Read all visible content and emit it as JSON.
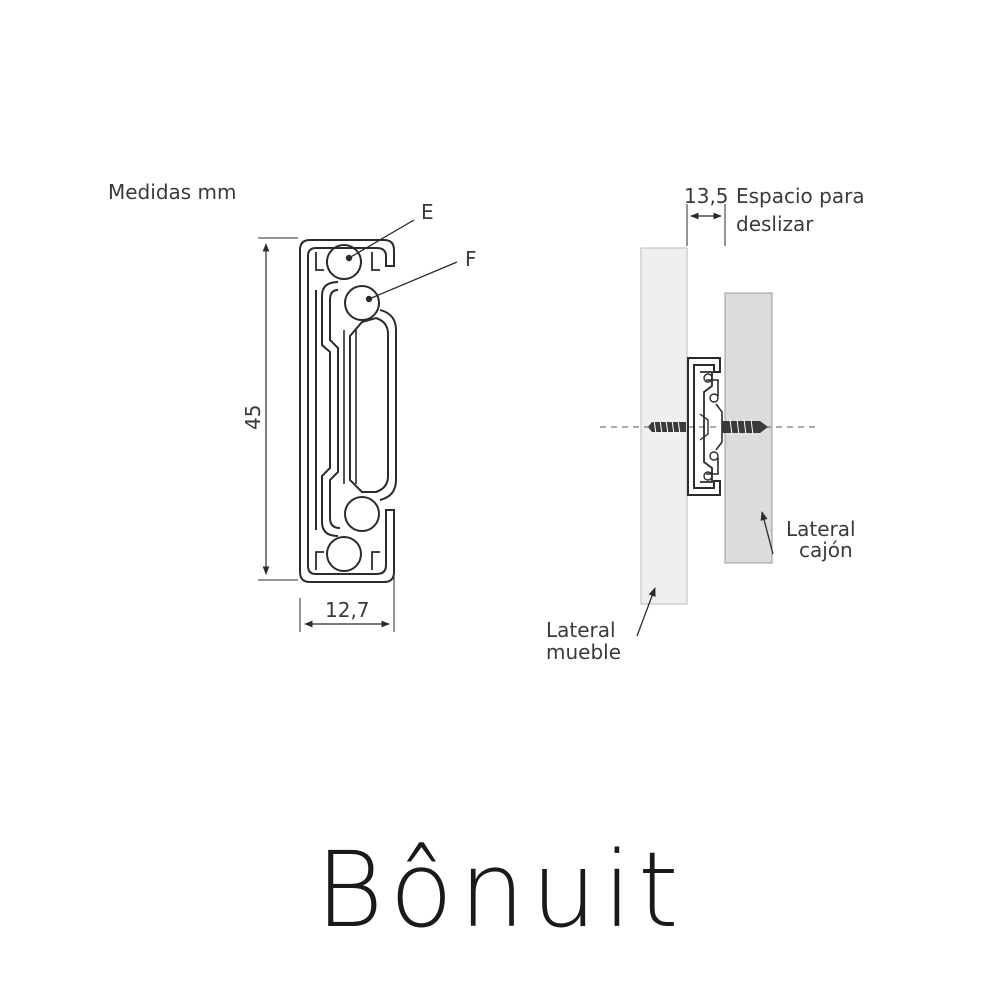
{
  "units_label": "Medidas mm",
  "callouts": {
    "e": "E",
    "f": "F"
  },
  "dimensions": {
    "height": "45",
    "width": "12,7",
    "gap": "13,5"
  },
  "gap_caption": {
    "line1": "Espacio para",
    "line2": "deslizar"
  },
  "drawer_side": {
    "line1": "Lateral",
    "line2": "cajón"
  },
  "cabinet_side": {
    "line1": "Lateral",
    "line2": "mueble"
  },
  "brand": "Bônuit",
  "colors": {
    "panel_light": "#eeeff0",
    "panel_dark": "#dcdcdc",
    "line": "#2b2b2b"
  }
}
